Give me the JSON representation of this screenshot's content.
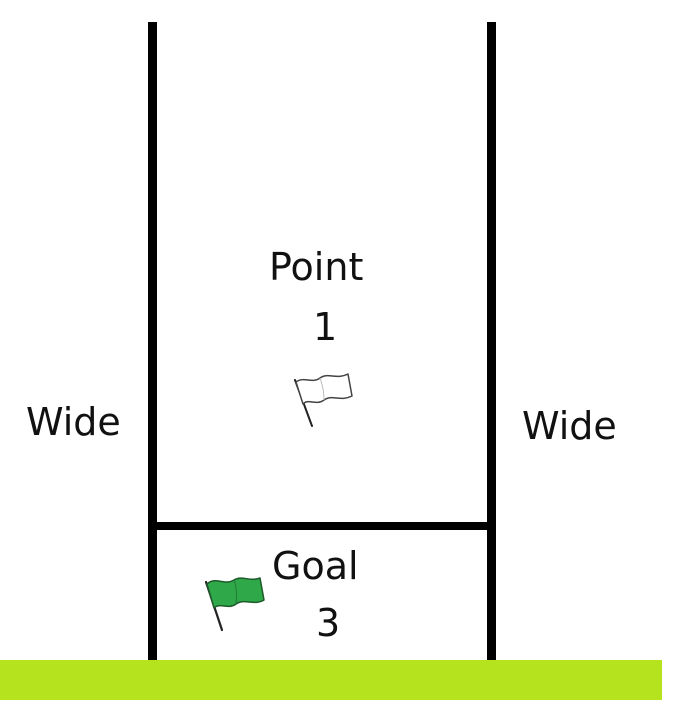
{
  "labels": {
    "wide_left": "Wide",
    "wide_right": "Wide",
    "point": "Point",
    "point_value": "1",
    "goal": "Goal",
    "goal_value": "3"
  },
  "icons": {
    "point_flag": "white-flag-icon",
    "goal_flag": "green-flag-icon"
  },
  "colors": {
    "posts": "#000000",
    "ground": "#b5e41e",
    "point_flag": "#ffffff",
    "goal_flag": "#2fa84a"
  }
}
